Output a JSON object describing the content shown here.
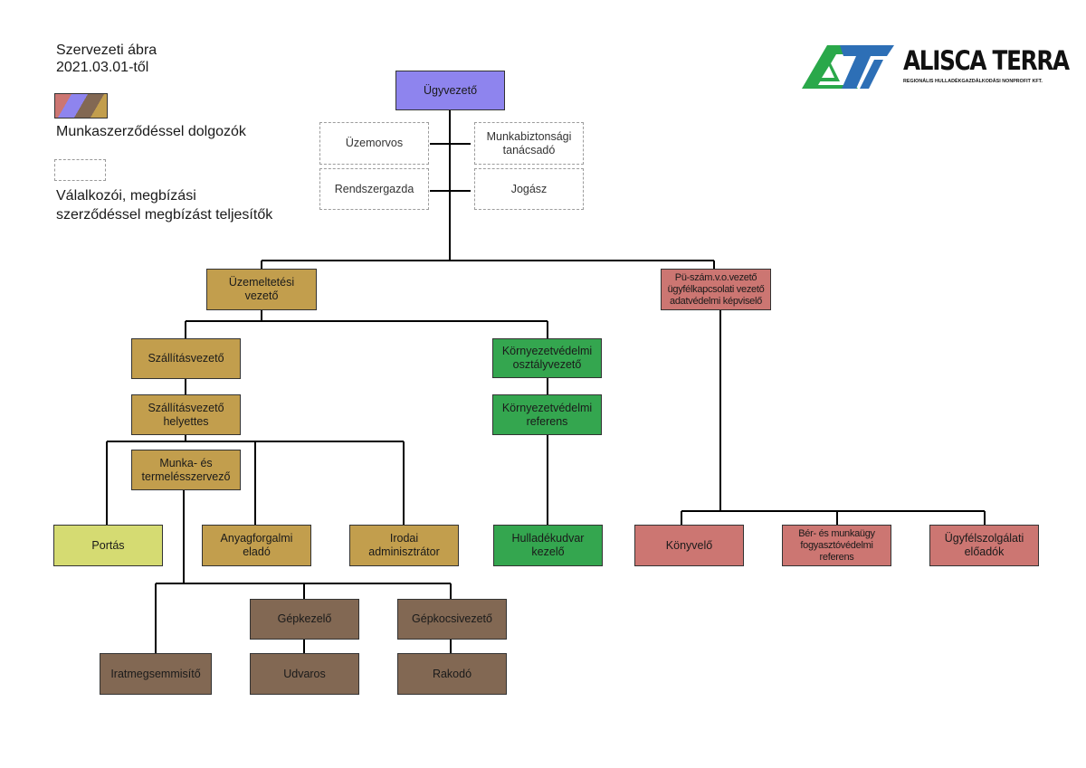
{
  "header": {
    "title_line1": "Szervezeti ábra",
    "title_line2": "2021.03.01-től"
  },
  "legend": {
    "employees_label": "Munkaszerződéssel dolgozók",
    "contractors_label": "Válalkozói, megbízási szerződéssel megbízást teljesítők",
    "swatch_colors": [
      "#cc7672",
      "#8e84ee",
      "#826853",
      "#c29e4d"
    ]
  },
  "logo": {
    "name": "ALISCA TERRA",
    "subtitle": "REGIONÁLIS HULLADÉKGAZDÁLKODÁSI NONPROFIT KFT.",
    "colors": {
      "green": "#2aa84a",
      "blue": "#2d6fb6"
    }
  },
  "colors": {
    "management": "#8e84ee",
    "operations": "#c29e4d",
    "environment": "#34a64f",
    "reception": "#d5db72",
    "finance": "#cc7672",
    "workers": "#826853"
  },
  "nodes": {
    "ceo": "Ügyvezető",
    "physician": "Üzemorvos",
    "safety": "Munkabiztonsági tanácsadó",
    "sysadmin": "Rendszergazda",
    "lawyer": "Jogász",
    "ops_manager": "Üzemeltetési vezető",
    "finance_manager": "Pü-szám.v.o.vezető ügyfélkapcsolati vezető adatvédelmi képviselő",
    "transport_manager": "Szállításvezető",
    "env_dept_manager": "Környezetvédelmi osztályvezető",
    "transport_deputy": "Szállításvezető helyettes",
    "env_officer": "Környezetvédelmi referens",
    "work_organizer": "Munka- és termelésszervező",
    "reception": "Portás",
    "material_clerk": "Anyagforgalmi eladó",
    "office_admin": "Irodai adminisztrátor",
    "waste_yard": "Hulladékudvar kezelő",
    "accountant": "Könyvelő",
    "hr_officer": "Bér- és munkaügy fogyasztóvédelmi referens",
    "customer_service": "Ügyfélszolgálati előadók",
    "shredder": "Iratmegsemmisítő",
    "machine_operator": "Gépkezelő",
    "driver": "Gépkocsivezető",
    "yard_worker": "Udvaros",
    "loader": "Rakodó"
  }
}
